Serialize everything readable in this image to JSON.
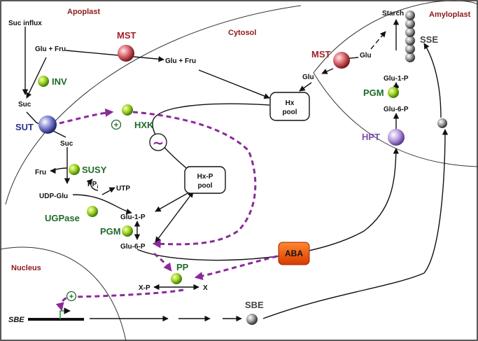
{
  "compartments": {
    "apoplast": "Apoplast",
    "cytosol": "Cytosol",
    "amyloplast": "Amyloplast",
    "nucleus": "Nucleus"
  },
  "metabolites": {
    "suc_influx": "Suc influx",
    "glu_fru_apo": "Glu + Fru",
    "glu_fru_cyt": "Glu + Fru",
    "suc_apo": "Suc",
    "suc_cyt": "Suc",
    "fru": "Fru",
    "udp_glu": "UDP-Glu",
    "pp": "PP",
    "pp_sub": "i",
    "utp": "UTP",
    "glu1p_cyt": "Glu-1-P",
    "glu6p_cyt": "Glu-6-P",
    "hx_pool_1": "Hx",
    "hx_pool_2": "pool",
    "hxp_pool_1": "Hx-P",
    "hxp_pool_2": "pool",
    "starch": "Starch",
    "glu_amy": "Glu",
    "glu_cyt2": "Glu",
    "glu1p_amy": "Glu-1-P",
    "glu6p_amy": "Glu-6-P",
    "xp": "X-P",
    "x": "X",
    "sbe_gene": "SBE",
    "plus": "+",
    "tilde": "~"
  },
  "enzymes": {
    "mst1": "MST",
    "mst2": "MST",
    "inv": "INV",
    "sut": "SUT",
    "hxk": "HXK",
    "susy": "SUSY",
    "ugpase": "UGPase",
    "pgm_cyt": "PGM",
    "pgm_amy": "PGM",
    "hpt": "HPT",
    "pp": "PP",
    "aba": "ABA",
    "sse": "SSE",
    "sbe": "SBE"
  },
  "colors": {
    "compartment_label": "#8b1a1a",
    "enzyme_label": "#1f6b2a",
    "mst": "#c0303a",
    "sut": "#2a2f8a",
    "hpt": "#7a52b0",
    "signal_arrow": "#8a2a9a",
    "aba_fill": "#f05a10"
  }
}
